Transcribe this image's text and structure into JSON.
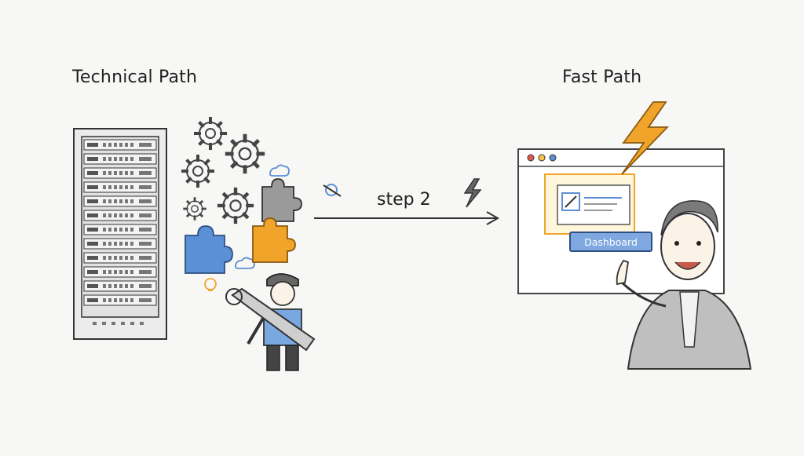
{
  "titles": {
    "left": "Technical Path",
    "right": "Fast Path"
  },
  "arrow": {
    "label": "step 2"
  },
  "browser": {
    "button_label": "Dashboard"
  },
  "colors": {
    "accent_blue": "#5b8fd6",
    "accent_orange": "#f0a52a",
    "ink": "#333333"
  },
  "icons": [
    "server-rack-icon",
    "gear-icon",
    "puzzle-piece-icon",
    "wrench-icon",
    "lightning-icon",
    "satellite-icon",
    "lightbulb-icon",
    "cloud-icon",
    "browser-window-icon",
    "pencil-icon"
  ]
}
